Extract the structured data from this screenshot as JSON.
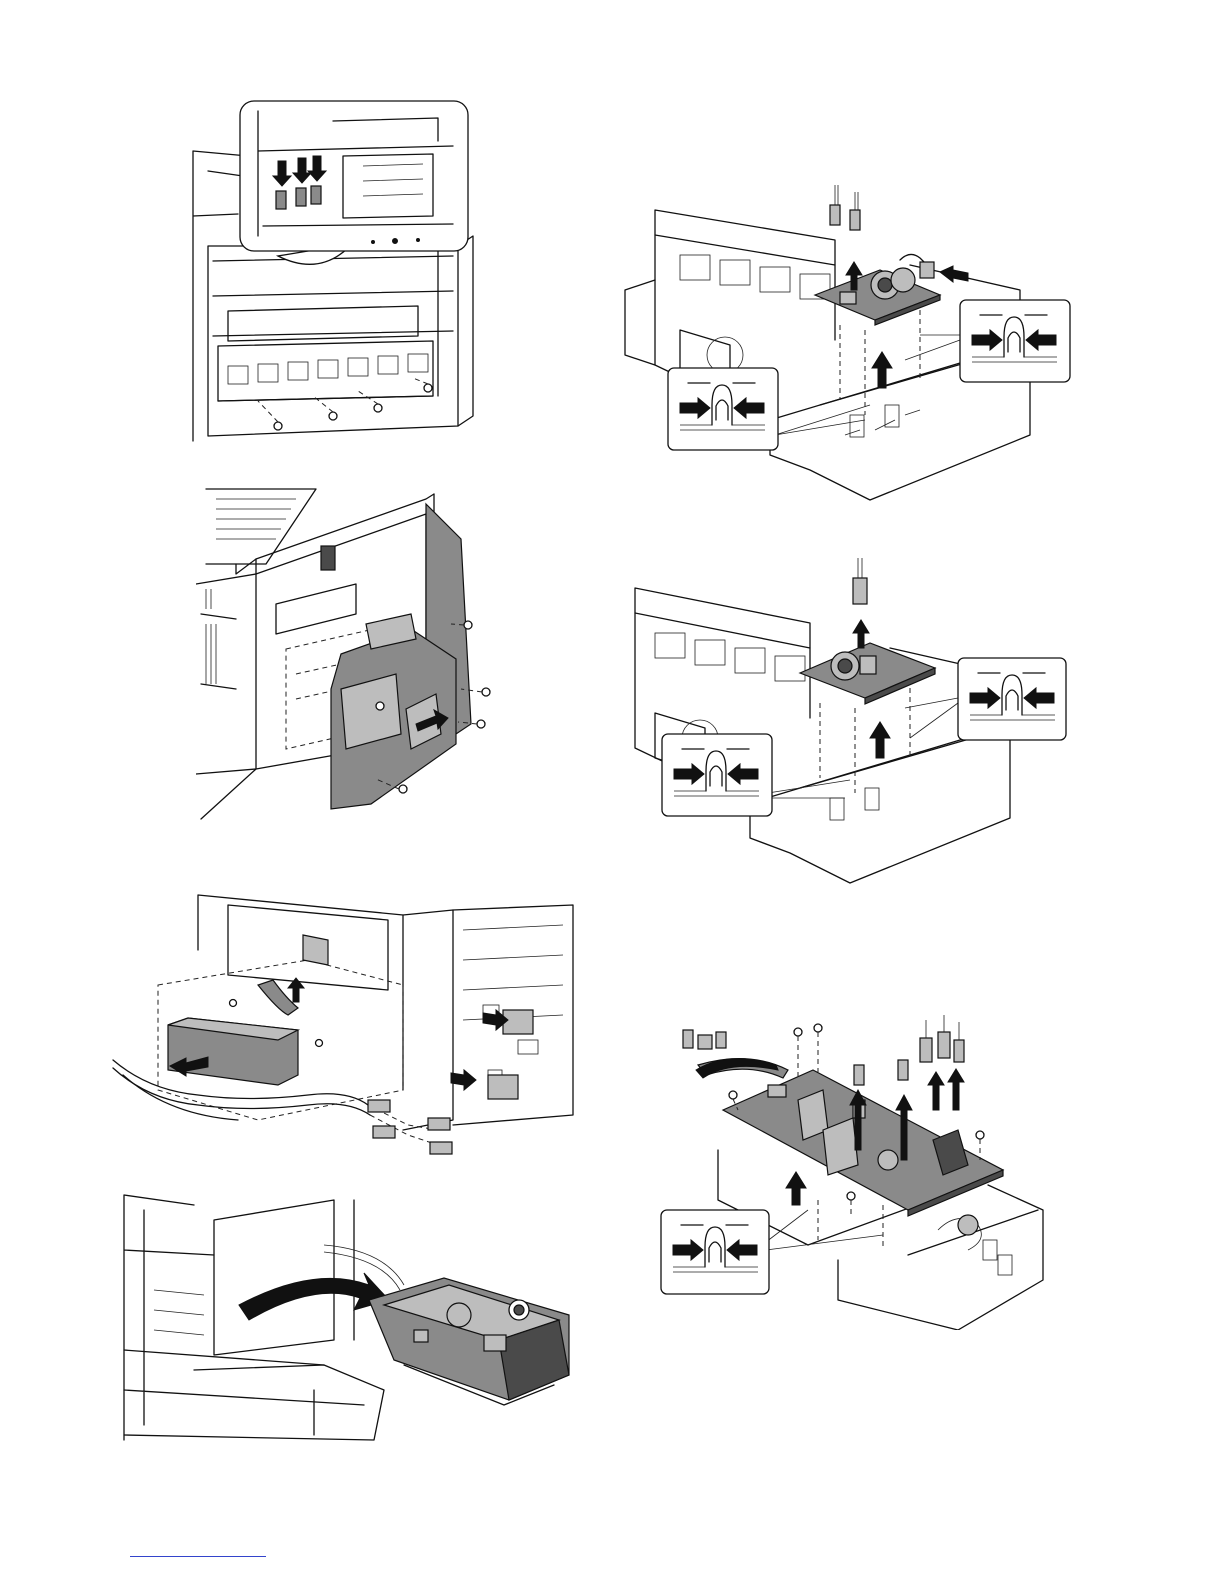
{
  "page": {
    "figures": [
      {
        "id": "fig-1",
        "icon": "screw-removal-with-zoom-inset"
      },
      {
        "id": "fig-2",
        "icon": "rear-cover-removal"
      },
      {
        "id": "fig-3",
        "icon": "harness-and-duct-removal"
      },
      {
        "id": "fig-4",
        "icon": "power-unit-pull-out"
      },
      {
        "id": "fig-5",
        "icon": "pwb-lift-with-locking-spacers"
      },
      {
        "id": "fig-6",
        "icon": "pwb-lift-with-locking-spacers"
      },
      {
        "id": "fig-7",
        "icon": "main-pwb-connectors-and-screws"
      }
    ],
    "footer_rule_color": "#3344cc"
  }
}
